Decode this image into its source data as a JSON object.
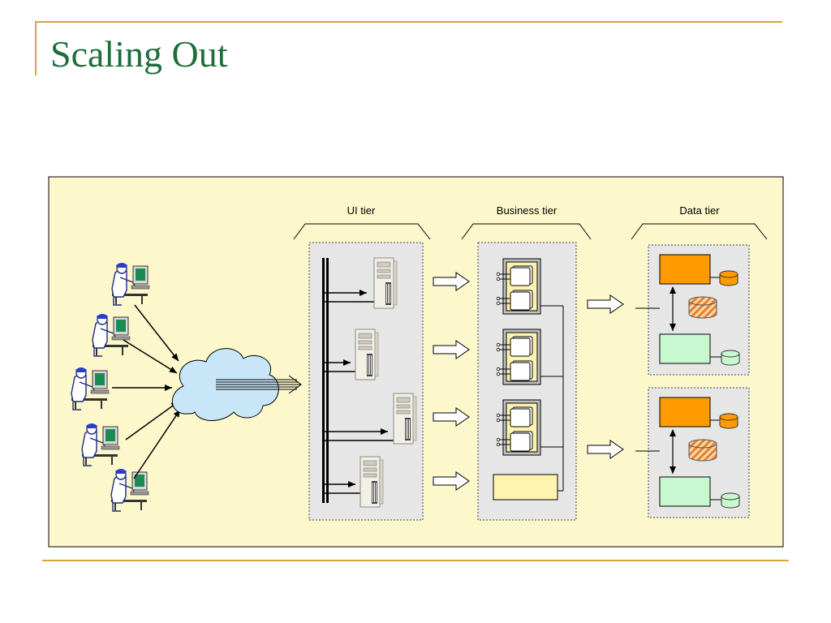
{
  "slide": {
    "title": "Scaling Out"
  },
  "diagram": {
    "tiers": [
      {
        "id": "ui",
        "label": "UI tier"
      },
      {
        "id": "business",
        "label": "Business tier"
      },
      {
        "id": "data",
        "label": "Data tier"
      }
    ],
    "users_count": 5,
    "ui_servers_count": 4,
    "business_components_count": 3,
    "data_nodes_count": 2,
    "colors": {
      "panel_fill": "#fcf8cc",
      "tier_box_fill": "#e6e6e6",
      "cloud_fill": "#c8e6f8",
      "db_primary": "#ff9a00",
      "db_secondary": "#c8f8d0",
      "component_fill": "#fff3b0",
      "title_color": "#1e6e3c",
      "accent_rule": "#d9a441"
    }
  }
}
